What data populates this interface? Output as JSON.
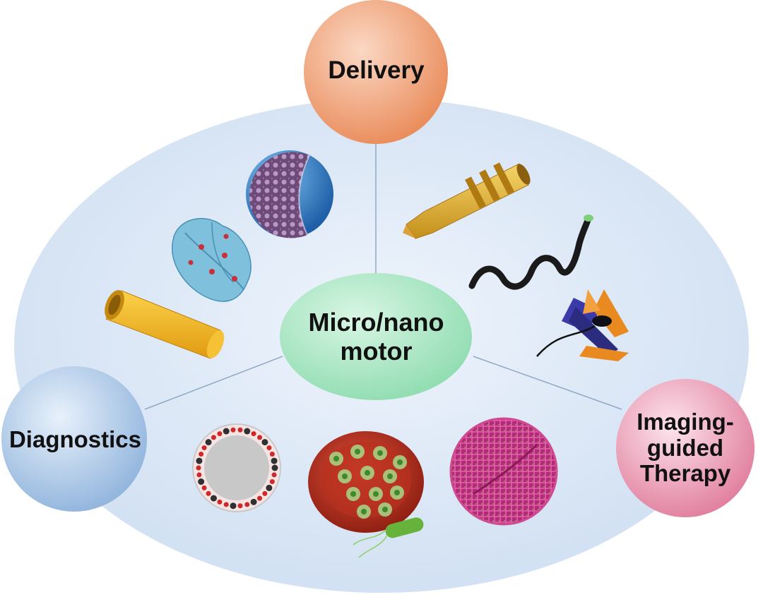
{
  "center": {
    "label_line1": "Micro/nano",
    "label_line2": "motor",
    "color": "#a8e6c2"
  },
  "nodes": {
    "delivery": {
      "label": "Delivery",
      "color": "#f0a078"
    },
    "diagnostics": {
      "label": "Diagnostics",
      "color": "#a9c6e6"
    },
    "therapy": {
      "label_line1": "Imaging-",
      "label_line2": "guided",
      "label_line3": "Therapy",
      "color": "#ec95b0"
    }
  },
  "disk_color": "#dbe7f6",
  "icons": {
    "delivery": [
      "gold-bullet-microrocket-icon",
      "black-helical-microswimmer-icon",
      "orange-origami-robot-icon"
    ],
    "diagnostics": [
      "blue-janus-sphere-icon",
      "blue-leaf-microcarrier-icon",
      "yellow-tubular-microjet-icon"
    ],
    "therapy": [
      "red-dotted-capsule-icon",
      "red-blood-cell-with-bacterium-icon",
      "pink-spiky-cluster-icon"
    ]
  }
}
